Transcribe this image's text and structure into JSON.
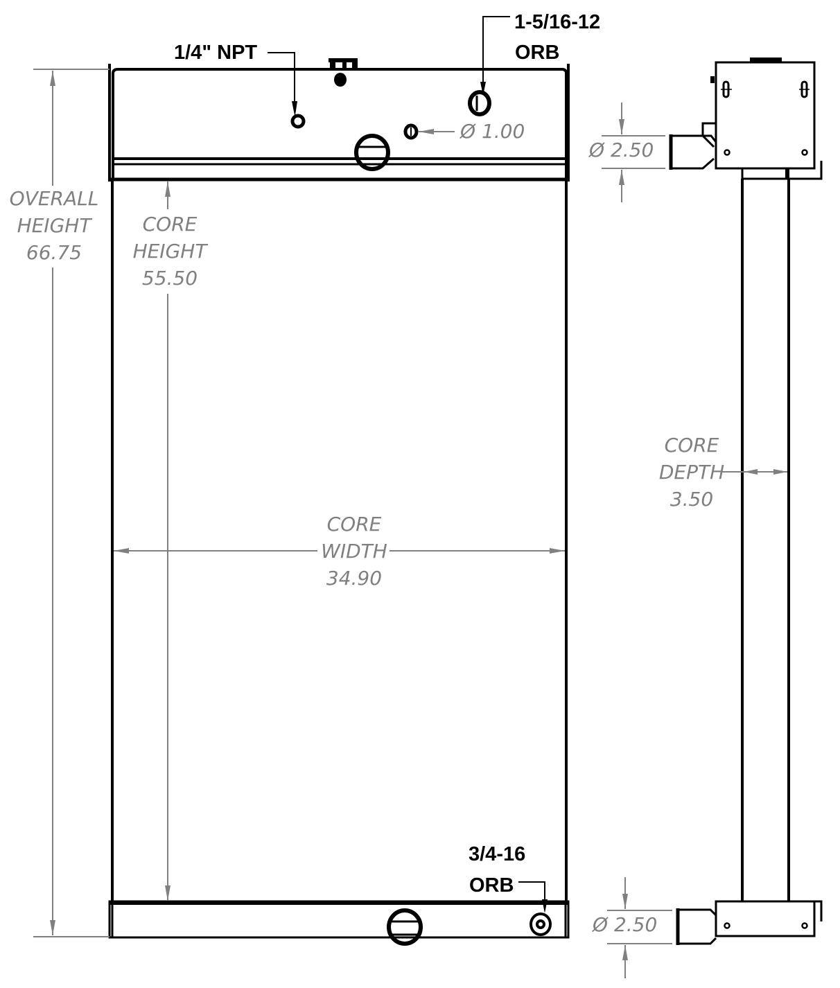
{
  "drawing": {
    "type": "radiator-technical-drawing",
    "views": [
      "front-view",
      "side-view"
    ],
    "colors": {
      "line": "#000000",
      "dimension": "#808080",
      "background": "#ffffff"
    }
  },
  "callouts": {
    "top_fitting_large": {
      "line1": "1-5/16-12",
      "line2": "ORB"
    },
    "top_fitting_small": {
      "text": "1/4\" NPT"
    },
    "bottom_fitting": {
      "line1": "3/4-16",
      "line2": "ORB"
    }
  },
  "dimensions": {
    "overall_height": {
      "line1": "OVERALL",
      "line2": "HEIGHT",
      "value": "66.75"
    },
    "core_height": {
      "line1": "CORE",
      "line2": "HEIGHT",
      "value": "55.50"
    },
    "core_width": {
      "line1": "CORE",
      "line2": "WIDTH",
      "value": "34.90"
    },
    "core_depth": {
      "line1": "CORE",
      "line2": "DEPTH",
      "value": "3.50"
    },
    "top_port_diameter": {
      "text": "Ø 1.00"
    },
    "side_inlet_diameter": {
      "text": "Ø 2.50"
    },
    "side_outlet_diameter": {
      "text": "Ø 2.50"
    }
  }
}
